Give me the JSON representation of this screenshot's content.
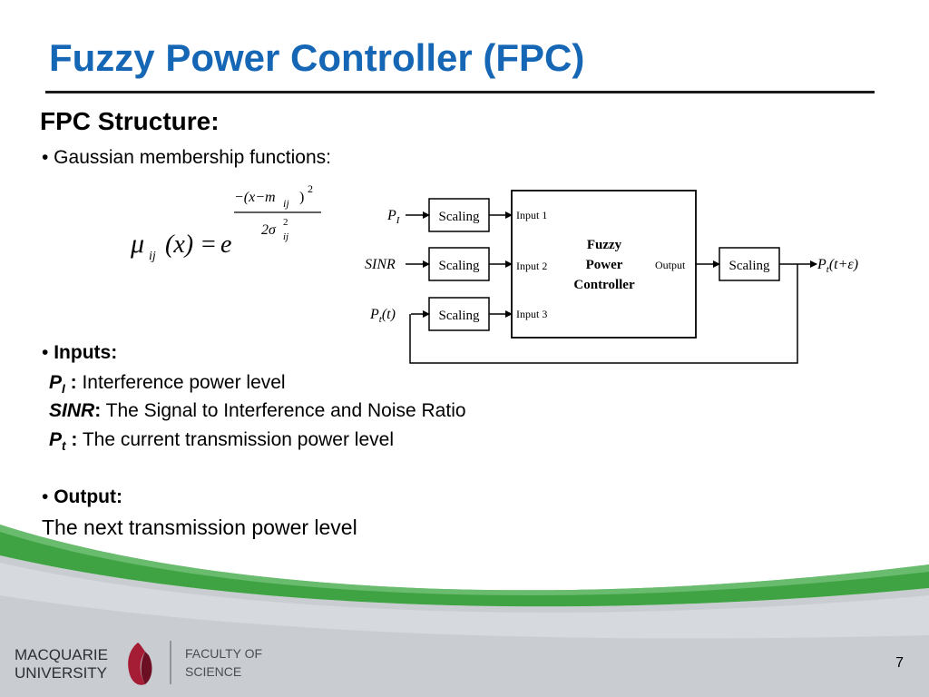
{
  "title": "Fuzzy Power Controller (FPC)",
  "section_heading": "FPC Structure:",
  "gaussian_line": "• Gaussian membership functions:",
  "formula": {
    "lhs_mu": "μ",
    "lhs_sub": "ij",
    "lhs_arg": "(x)",
    "equals": "=",
    "base": "e",
    "numerator": "−(x−m",
    "numerator_sub": "ij",
    "numerator_close": ")",
    "numerator_exp": "2",
    "denominator": "2σ",
    "denominator_exp": "2",
    "denominator_sub": "ij"
  },
  "diagram": {
    "inputs": [
      {
        "label": "P",
        "label_sub": "I",
        "block": "Scaling",
        "port": "Input 1"
      },
      {
        "label": "SINR",
        "label_sub": "",
        "block": "Scaling",
        "port": "Input 2"
      },
      {
        "label": "P",
        "label_sub": "t",
        "label_suffix": "(t)",
        "block": "Scaling",
        "port": "Input 3"
      }
    ],
    "controller_lines": [
      "Fuzzy",
      "Power",
      "Controller"
    ],
    "output_port": "Output",
    "output_block": "Scaling",
    "output_label": "P",
    "output_label_sub": "t",
    "output_label_suffix": "(t+ε)"
  },
  "inputs_section": {
    "bullet": "•",
    "heading": "Inputs:",
    "items": [
      {
        "term": "P",
        "term_sub": "I",
        "sep": " :",
        "desc": " Interference power level"
      },
      {
        "term": "SINR",
        "term_sub": "",
        "sep": ":",
        "desc": " The Signal to Interference and Noise Ratio"
      },
      {
        "term": "P",
        "term_sub": "t",
        "sep": " :",
        "desc": " The current transmission power level"
      }
    ]
  },
  "output_section": {
    "bullet": "•",
    "heading": "Output:",
    "desc": "The next transmission power level"
  },
  "footer": {
    "university_line1": "MACQUARIE",
    "university_line2": "UNIVERSITY",
    "faculty_line1": "FACULTY OF",
    "faculty_line2": "SCIENCE",
    "page_number": "7"
  },
  "colors": {
    "title": "#1566b5",
    "green_swoosh": "#3fa344",
    "grey_band": "#c9ccd1",
    "logo_red": "#a51d35"
  }
}
